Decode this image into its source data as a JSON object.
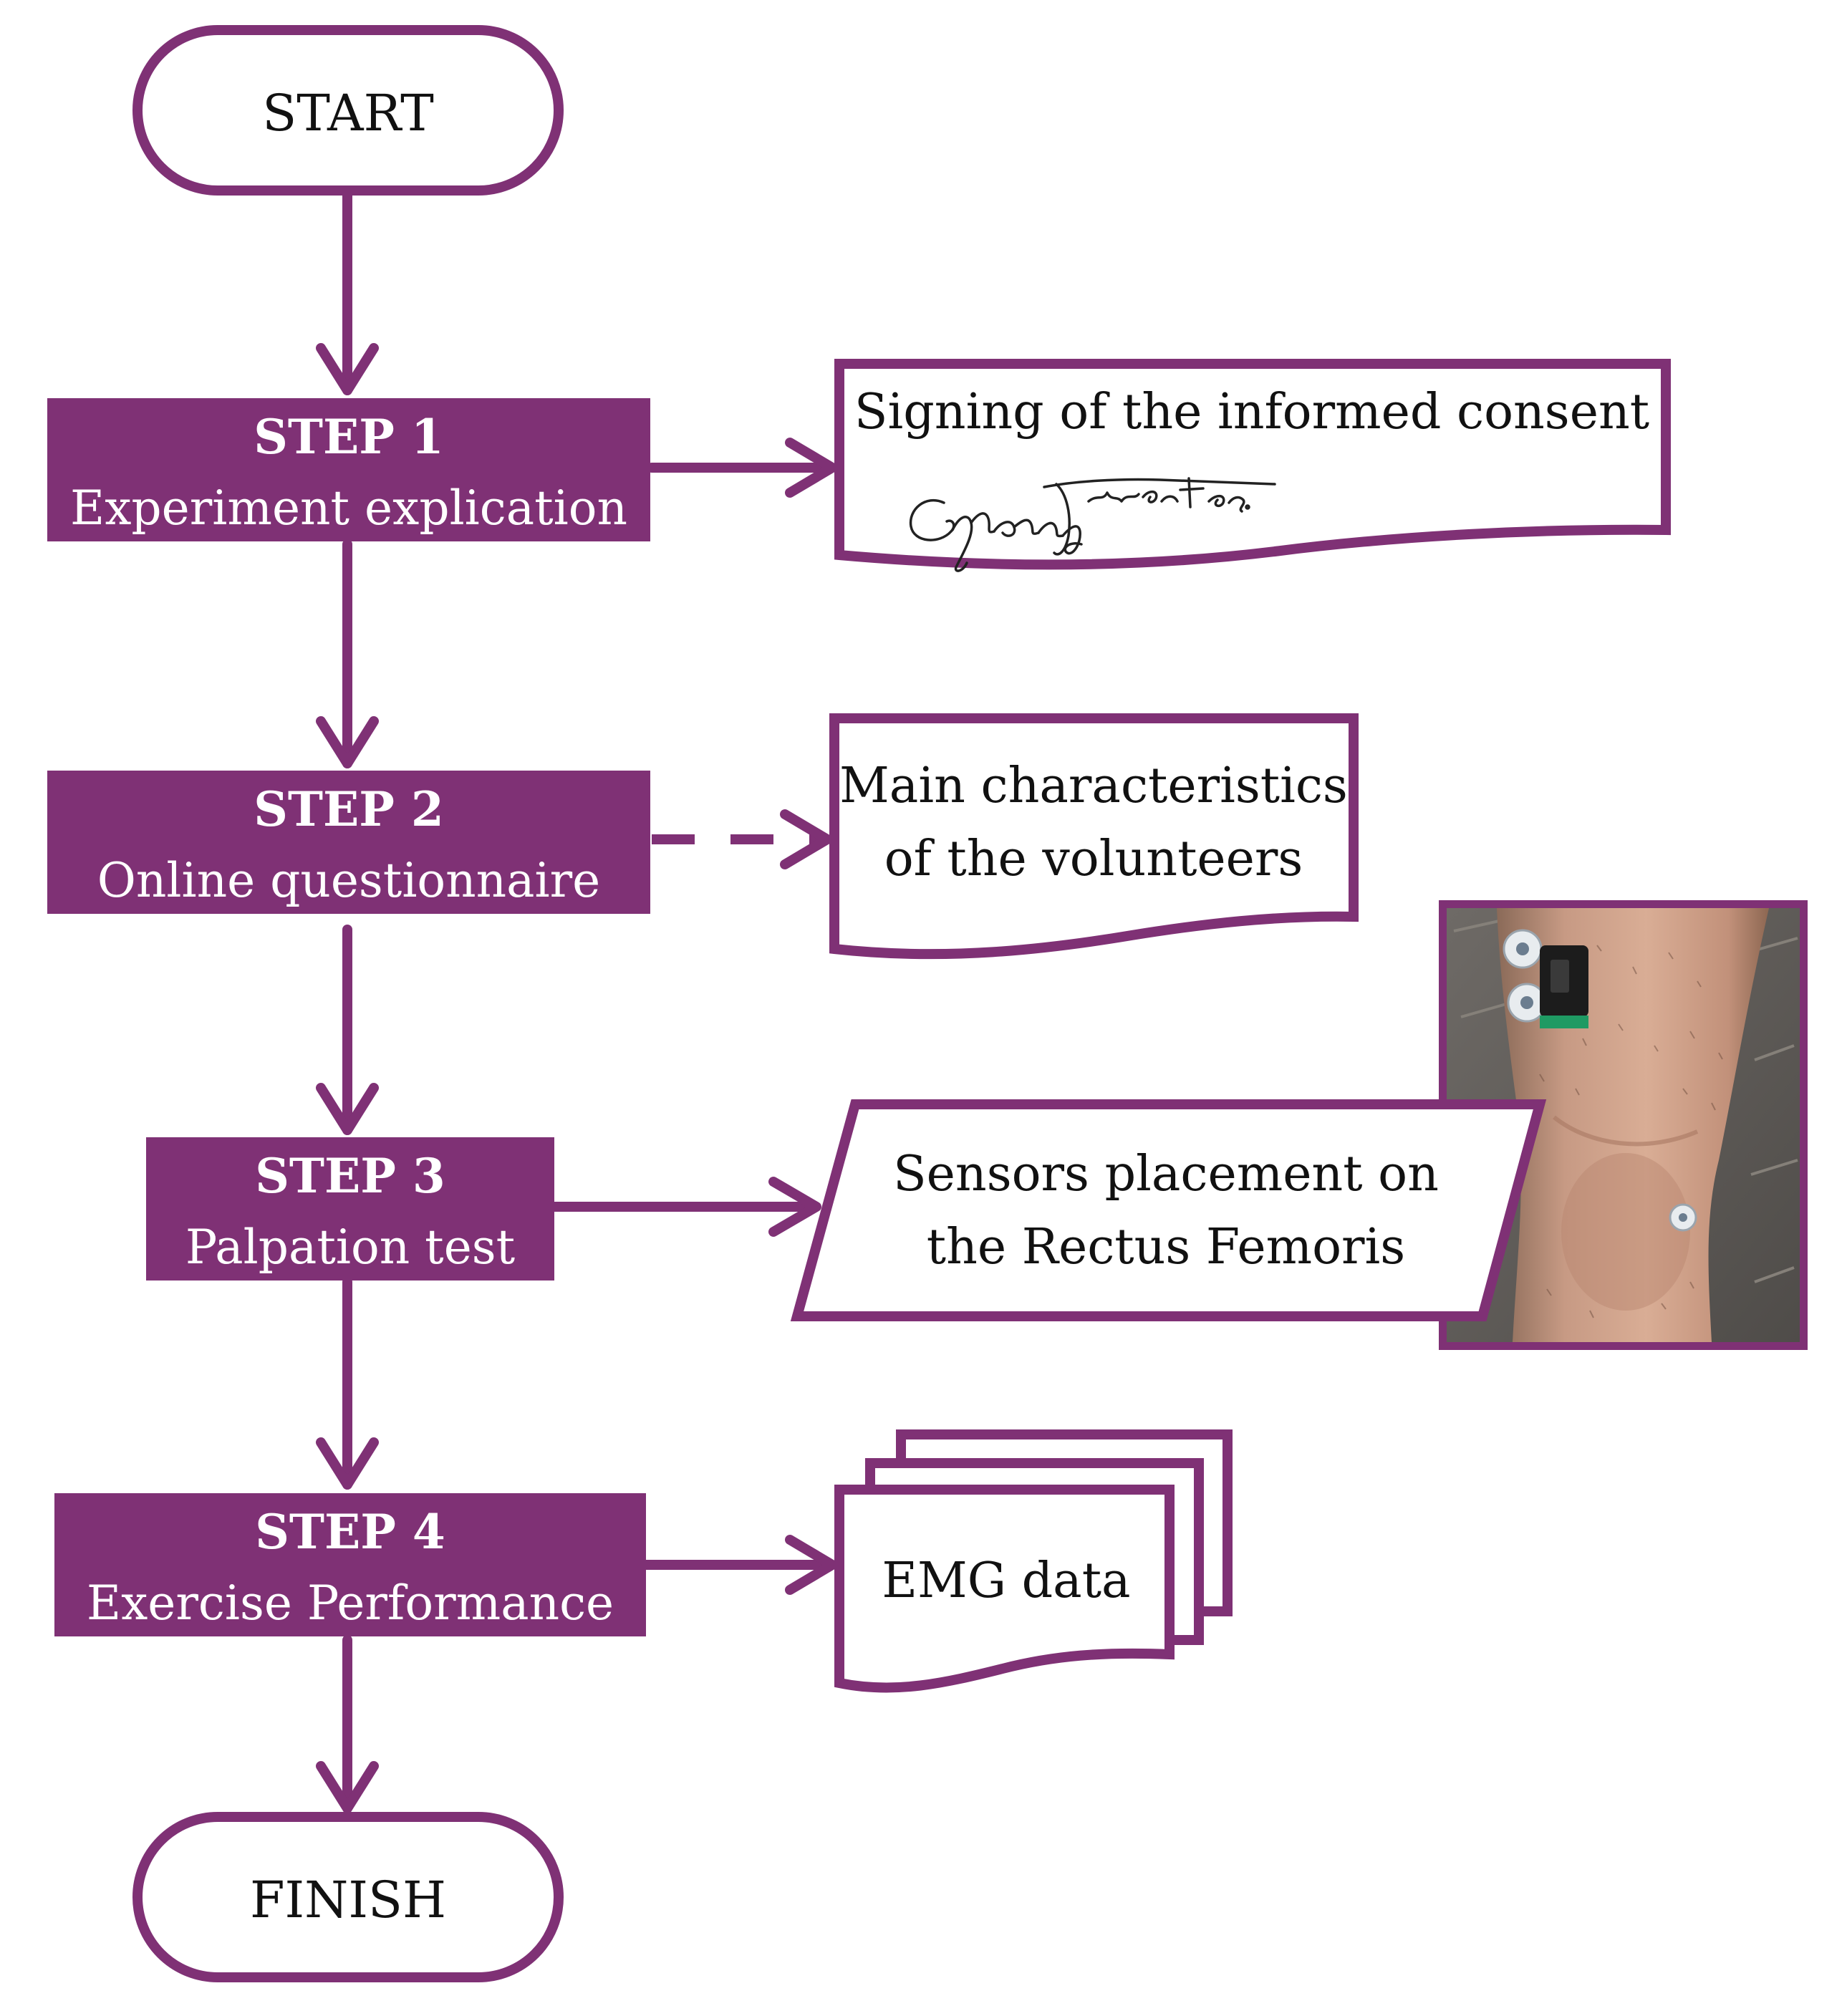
{
  "colors": {
    "accent": "#7f3175",
    "text_dark": "#111111",
    "text_light": "#ffffff"
  },
  "terminals": {
    "start": "START",
    "finish": "FINISH"
  },
  "steps": [
    {
      "title": "STEP 1",
      "subtitle": "Experiment explication"
    },
    {
      "title": "STEP 2",
      "subtitle": "Online questionnaire"
    },
    {
      "title": "STEP 3",
      "subtitle": "Palpation test"
    },
    {
      "title": "STEP 4",
      "subtitle": "Exercise Performance"
    }
  ],
  "outputs": {
    "consent": {
      "line1": "Signing of the informed consent",
      "signature": "Gloria Fuertes"
    },
    "characteristics": {
      "line1": "Main characteristics",
      "line2": "of the volunteers"
    },
    "sensors": {
      "line1": "Sensors placement on",
      "line2": "the Rectus Femoris"
    },
    "emg": {
      "line1": "EMG data"
    }
  },
  "photo": {
    "subject": "leg-with-emg-sensors-photo"
  }
}
